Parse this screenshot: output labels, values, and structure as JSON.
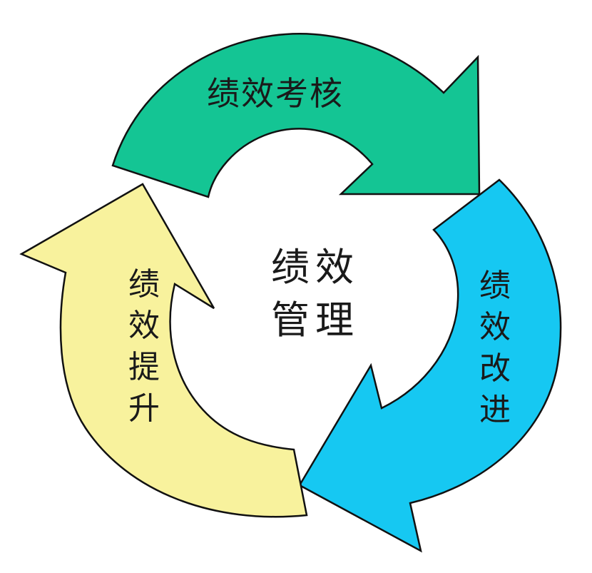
{
  "center_label": "绩效管理",
  "steps": [
    {
      "label": "绩效考核",
      "color": "#14c594"
    },
    {
      "label": "绩效改进",
      "color": "#16c8f2"
    },
    {
      "label": "绩效提升",
      "color": "#f8f29d"
    }
  ],
  "outline_color": "#111111"
}
